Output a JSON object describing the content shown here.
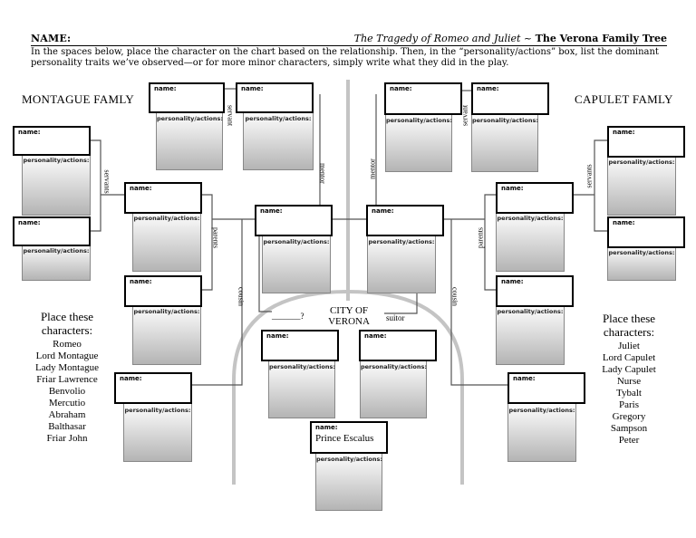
{
  "header": {
    "name_label": "NAME:",
    "play_title": "The Tragedy of Romeo and Juliet",
    "separator": " ~ ",
    "tree_title": "The Verona Family Tree",
    "instructions": "In the spaces below, place the character on the chart based on the relationship. Then, in the “personality/actions” box, list the dominant personality traits we’ve observed—or for more minor characters, simply write what they did in the play."
  },
  "families": {
    "left": "MONTAGUE FAMLY",
    "right": "CAPULET FAMLY"
  },
  "box_labels": {
    "name": "name:",
    "personality": "personality/actions:"
  },
  "relations": {
    "servant": "servant",
    "servants": "servants",
    "mentor": "mentor",
    "parents": "parents",
    "cousin": "cousin",
    "suitor": "suitor",
    "unknown": "_______?"
  },
  "city": {
    "line1": "CITY OF",
    "line2": "VERONA"
  },
  "prince": {
    "name": "Prince Escalus"
  },
  "montague_place": {
    "heading1": "Place these",
    "heading2": "characters:",
    "names": [
      "Romeo",
      "Lord Montague",
      "Lady Montague",
      "Friar Lawrence",
      "Benvolio",
      "Mercutio",
      "Abraham",
      "Balthasar",
      "Friar John"
    ]
  },
  "capulet_place": {
    "heading1": "Place these",
    "heading2": "characters:",
    "names": [
      "Juliet",
      "Lord Capulet",
      "Lady Capulet",
      "Nurse",
      "Tybalt",
      "Paris",
      "Gregory",
      "Sampson",
      "Peter"
    ]
  }
}
